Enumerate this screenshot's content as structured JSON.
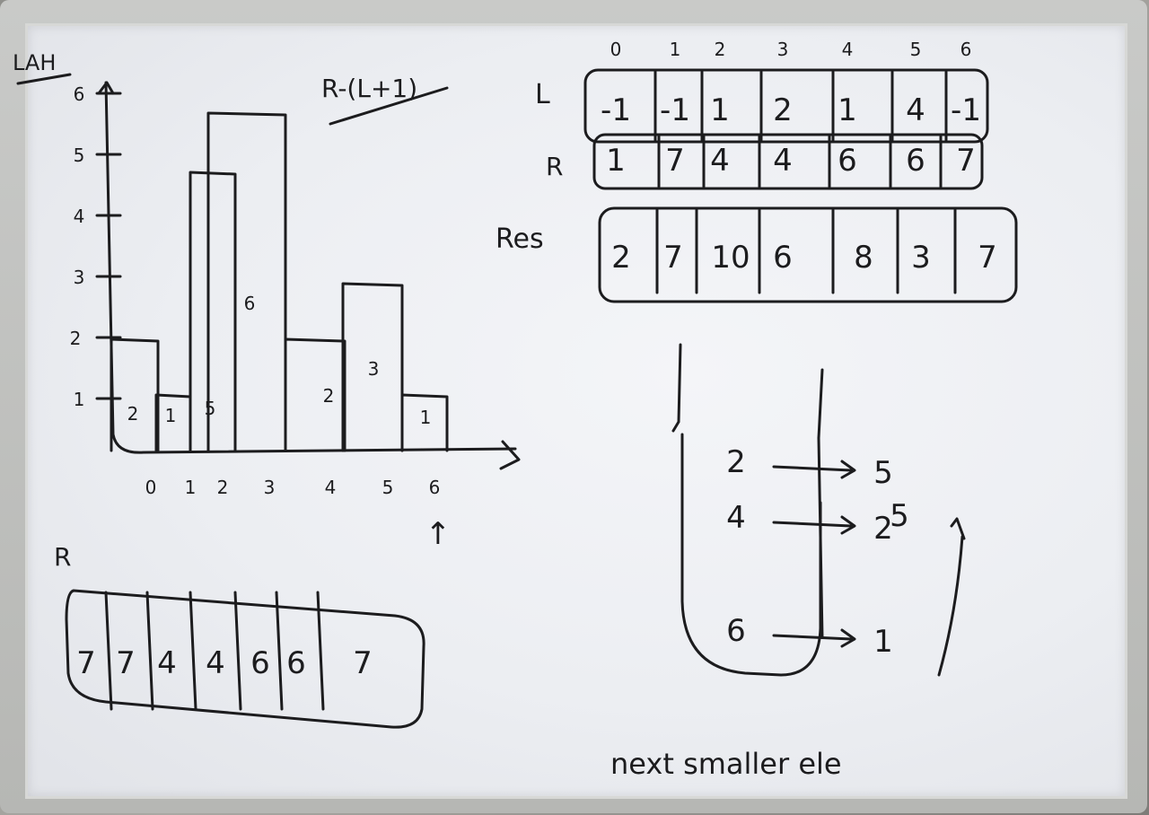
{
  "board": {
    "corner_label": "LAH",
    "formula": "R-(L+1)",
    "bottom_caption": "next smaller ele"
  },
  "histogram": {
    "heights": [
      2,
      1,
      5,
      6,
      2,
      3,
      1
    ],
    "x_ticks": [
      "0",
      "1",
      "2",
      "3",
      "4",
      "5",
      "6"
    ],
    "y_ticks": [
      "1",
      "2",
      "3",
      "4",
      "5",
      "6"
    ],
    "bar_labels": [
      "2",
      "1",
      "5",
      "6",
      "2",
      "3",
      "1"
    ],
    "pointer": "↑"
  },
  "arrays": {
    "indices": [
      "0",
      "1",
      "2",
      "3",
      "4",
      "5",
      "6"
    ],
    "L_label": "L",
    "L": [
      "-1",
      "-1",
      "1",
      "2",
      "1",
      "4",
      "-1"
    ],
    "R_label": "R",
    "R": [
      "1",
      "7",
      "4",
      "4",
      "6",
      "6",
      "7"
    ],
    "res_label": "Res",
    "res": [
      "2",
      "7",
      "10",
      "6",
      "8",
      "3",
      "7"
    ]
  },
  "bottom_left": {
    "label": "R",
    "values": [
      "7",
      "7",
      "4",
      "4",
      "6",
      "6",
      "7"
    ]
  },
  "stack": {
    "rows": [
      {
        "value": "2",
        "index": "5"
      },
      {
        "value": "4",
        "index": "2",
        "extra": "5"
      },
      {
        "value": "6",
        "index": "1"
      }
    ]
  }
}
